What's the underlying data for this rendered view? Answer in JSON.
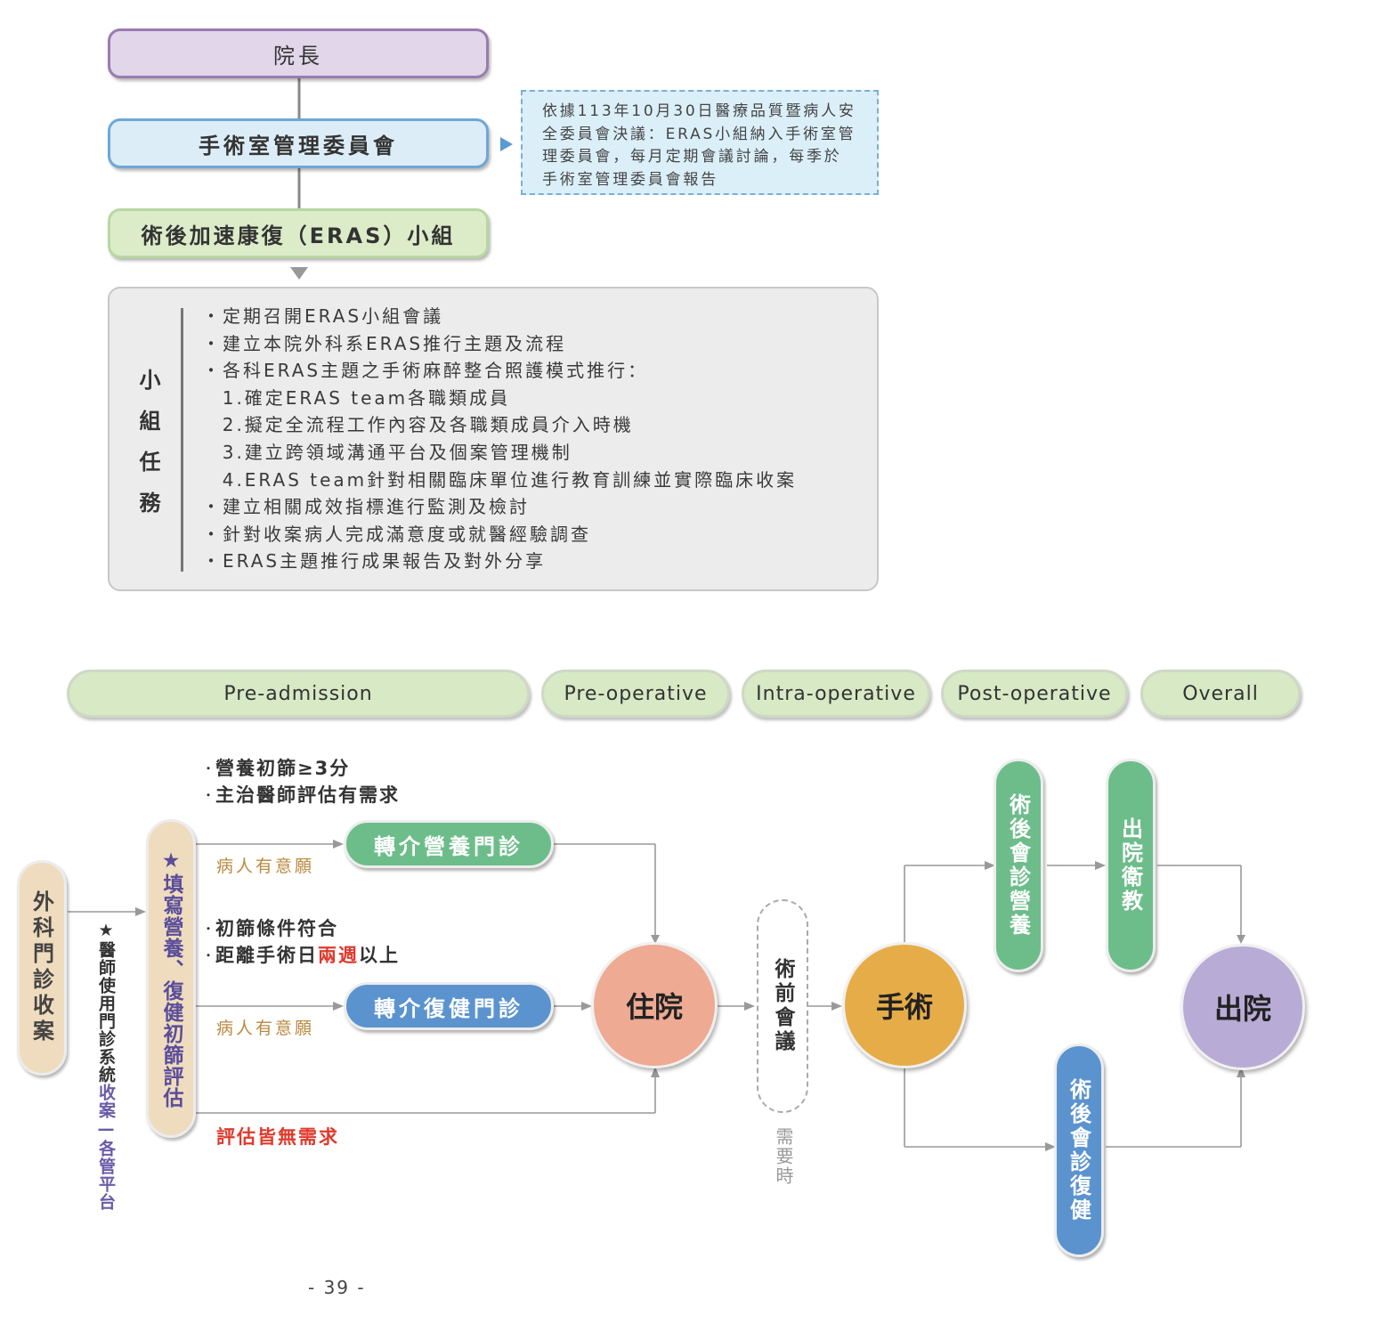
{
  "org": {
    "director": "院長",
    "committee": "手術室管理委員會",
    "eras_group": "術後加速康復（ERAS）小組",
    "decision_note": "依據113年10月30日醫療品質暨病人安全委員會決議：ERAS小組納入手術室管理委員會，每月定期會議討論，每季於手術室管理委員會報告"
  },
  "tasks": {
    "label": "小組任務",
    "items": [
      "・定期召開ERAS小組會議",
      "・建立本院外科系ERAS推行主題及流程",
      "・各科ERAS主題之手術麻醉整合照護模式推行：",
      "  1.確定ERAS team各職類成員",
      "  2.擬定全流程工作內容及各職類成員介入時機",
      "  3.建立跨領域溝通平台及個案管理機制",
      "  4.ERAS team針對相關臨床單位進行教育訓練並實際臨床收案",
      "・建立相關成效指標進行監測及檢討",
      "・針對收案病人完成滿意度或就醫經驗調查",
      "・ERAS主題推行成果報告及對外分享"
    ]
  },
  "phases": [
    "Pre-admission",
    "Pre-operative",
    "Intra-operative",
    "Post-operative",
    "Overall"
  ],
  "flow": {
    "outpatient": "外科門診收案",
    "side_note_star": "★",
    "side_note_a": "醫師使用門診系統",
    "side_note_b": "收案",
    "side_note_c": "—各管平台",
    "assess": "★填寫營養、復健初篩評估",
    "nutrition_criteria_1": "營養初篩≥3分",
    "nutrition_criteria_2": "主治醫師評估有需求",
    "rehab_criteria_1": "初篩條件符合",
    "rehab_criteria_2a": "距離手術日",
    "rehab_criteria_2b": "兩週",
    "rehab_criteria_2c": "以上",
    "willing_1": "病人有意願",
    "willing_2": "病人有意願",
    "no_need": "評估皆無需求",
    "refer_nutrition": "轉介營養門診",
    "refer_rehab": "轉介復健門診",
    "admission": "住院",
    "preop_meeting": "術前會議",
    "when_needed": "需要時",
    "surgery": "手術",
    "postop_nutrition": "術後會診營養",
    "discharge_edu": "出院衛教",
    "postop_rehab": "術後會診復健",
    "discharge": "出院"
  },
  "page_number": "- 39 -",
  "colors": {
    "purple": "#e2d6ea",
    "blue_light": "#dcedf7",
    "green_light": "#dcecc9",
    "green": "#6dbd8b",
    "blue": "#5b93cf",
    "salmon": "#eeaa92",
    "gold": "#e6ac48",
    "lavender": "#b8acd6",
    "tan": "#efdcbe",
    "red": "#e0392b"
  }
}
